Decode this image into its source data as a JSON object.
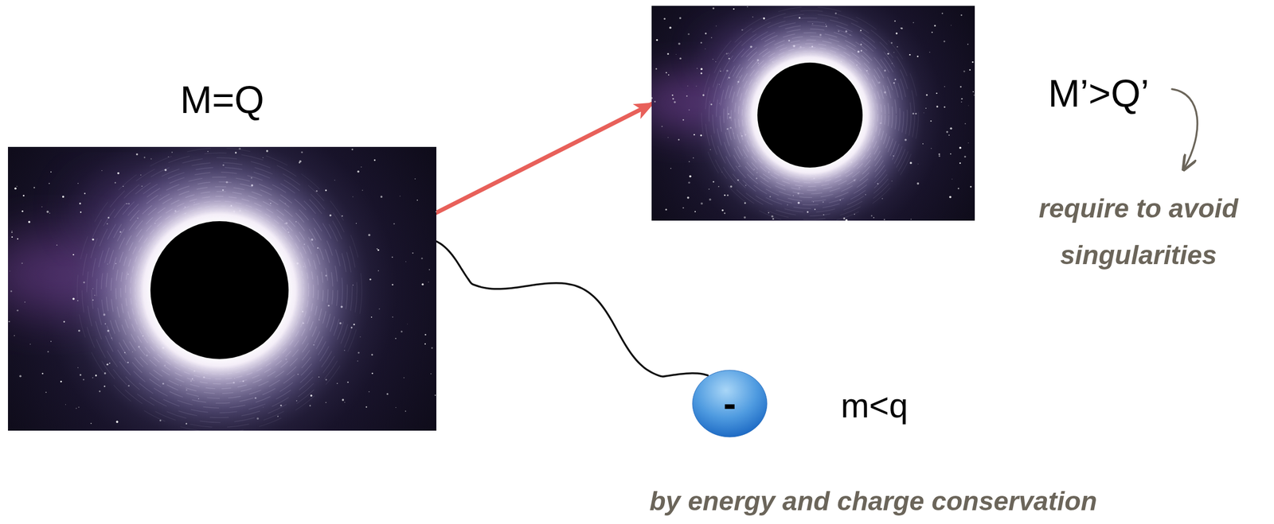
{
  "diagram": {
    "nodes": [
      {
        "text": [
          "M=Q"
        ]
      },
      {
        "text": [
          "M’>Q’"
        ]
      },
      {
        "text": [
          "-"
        ]
      }
    ],
    "edges": [
      {
        "from": 0,
        "to": 1,
        "arrow": "to"
      },
      {
        "from": 0,
        "to": 2,
        "arrow": "none"
      }
    ],
    "labels": [
      "require to avoid singularities",
      "m<q",
      "by energy and charge conservation"
    ]
  }
}
